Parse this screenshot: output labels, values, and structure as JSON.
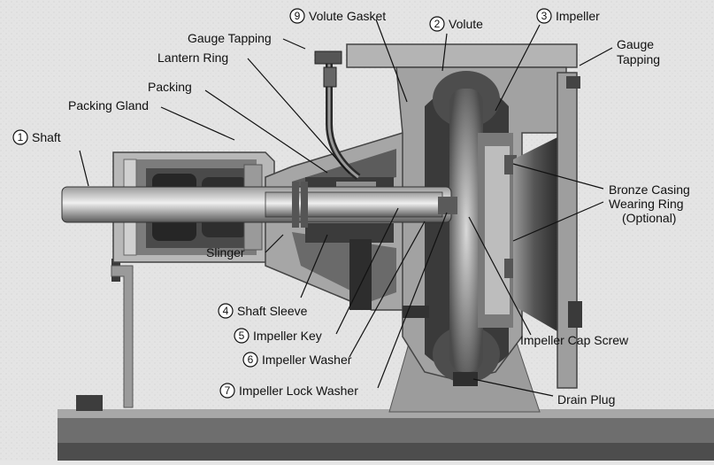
{
  "diagram": {
    "labels": {
      "shaft": {
        "number": "1",
        "text": "Shaft"
      },
      "volute": {
        "number": "2",
        "text": "Volute"
      },
      "impeller": {
        "number": "3",
        "text": "Impeller"
      },
      "shaft_sleeve": {
        "number": "4",
        "text": "Shaft Sleeve"
      },
      "impeller_key": {
        "number": "5",
        "text": "Impeller Key"
      },
      "impeller_washer": {
        "number": "6",
        "text": "Impeller Washer"
      },
      "impeller_lock_washer": {
        "number": "7",
        "text": "Impeller Lock Washer"
      },
      "volute_gasket": {
        "number": "9",
        "text": "Volute Gasket"
      },
      "gauge_tapping_top": {
        "text": "Gauge Tapping"
      },
      "gauge_tapping_right": {
        "line1": "Gauge",
        "line2": "Tapping"
      },
      "lantern_ring": {
        "text": "Lantern Ring"
      },
      "packing": {
        "text": "Packing"
      },
      "packing_gland": {
        "text": "Packing Gland"
      },
      "slinger": {
        "text": "Slinger"
      },
      "bronze_casing": {
        "line1": "Bronze Casing",
        "line2": "Wearing Ring",
        "line3": "(Optional)"
      },
      "impeller_cap_screw": {
        "text": "Impeller Cap Screw"
      },
      "drain_plug": {
        "text": "Drain Plug"
      }
    },
    "colors": {
      "background": "#e6e6e6",
      "metal_dark": "#2b2b2b",
      "metal_mid": "#6f6f6f",
      "metal_light": "#bdbdbd",
      "leader": "#111111"
    }
  }
}
